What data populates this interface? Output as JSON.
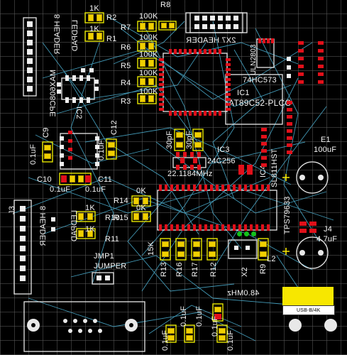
{
  "board": {
    "background": "#000000",
    "silkscreen_color": "#ffffff",
    "pad_yellow": "#f0d000",
    "pad_red": "#e0101a",
    "trace_color": "#4aa9c9",
    "silk_outline": "#e6e600"
  },
  "labels": {
    "r_1k_a": "1K",
    "r2": "R2",
    "r_1k_b": "1K",
    "r1": "R1",
    "r8": "R8",
    "r7": "R7",
    "r6": "R6",
    "r5": "R5",
    "r4": "R4",
    "r3": "R3",
    "r_100k_1": "100K",
    "r_100k_2": "100K",
    "r_100k_3": "100K",
    "r_100k_4": "100K",
    "r_100k_5": "100K",
    "header_top": "2X7 HEADER",
    "ic_uln": "ULN2803",
    "ic_74hc573": "74HC573",
    "ic1": "IC1",
    "ic_at89": "AT89C52-PLCC",
    "ic_max": "MAX608CPE",
    "ic2": "IC2",
    "c9": "C9",
    "c12": "C12",
    "c_01uf_a": "0.1uF",
    "c_01uf_b": "0.1uF",
    "c10": "C10",
    "c11": "C11",
    "c_01uf_c": "0.1uF",
    "c_01uf_d": "0.1uF",
    "c_30pf_a": "30pF",
    "c_30pf_b": "30pF",
    "ic3": "IC3",
    "ic_24c256": "24C256",
    "crystal": "22.1184MHz",
    "ic4": "IC4",
    "ic4_part": "SL811HST",
    "e1": "E1",
    "e1_val": "100uF",
    "tps": "TPS79633",
    "j4": "J4",
    "c_47uf": "4.7uF",
    "r14": "R14",
    "r15": "R15",
    "r_0k_a": "0K",
    "r_0k_b": "0K",
    "j3": "J3",
    "header8_a": "8 HEADER",
    "header8_b": "8 HEADER",
    "ledpad_a": "LEDPAD",
    "ledpad_b": "LEDPAD",
    "r10": "R10",
    "r11": "R11",
    "r_1k_c": "1K",
    "r_1k_d": "1K",
    "jmp1": "JMP1",
    "jumper": "JUMPER",
    "r13": "R13",
    "r16": "R16",
    "r17": "R17",
    "r12": "R12",
    "r9": "R9",
    "x2": "X2",
    "l2": "L2",
    "r_15k": "15K",
    "c_48mhz": "48.0MHz",
    "c_01uf_e": "0.1uF",
    "c_01uf_f": "0.1uF",
    "c_01uf_g": "0.1uF",
    "c_01uf_h": "0.1uF",
    "c_01uf_i": "0.1uF",
    "badge_text": "USB-B/4K"
  }
}
